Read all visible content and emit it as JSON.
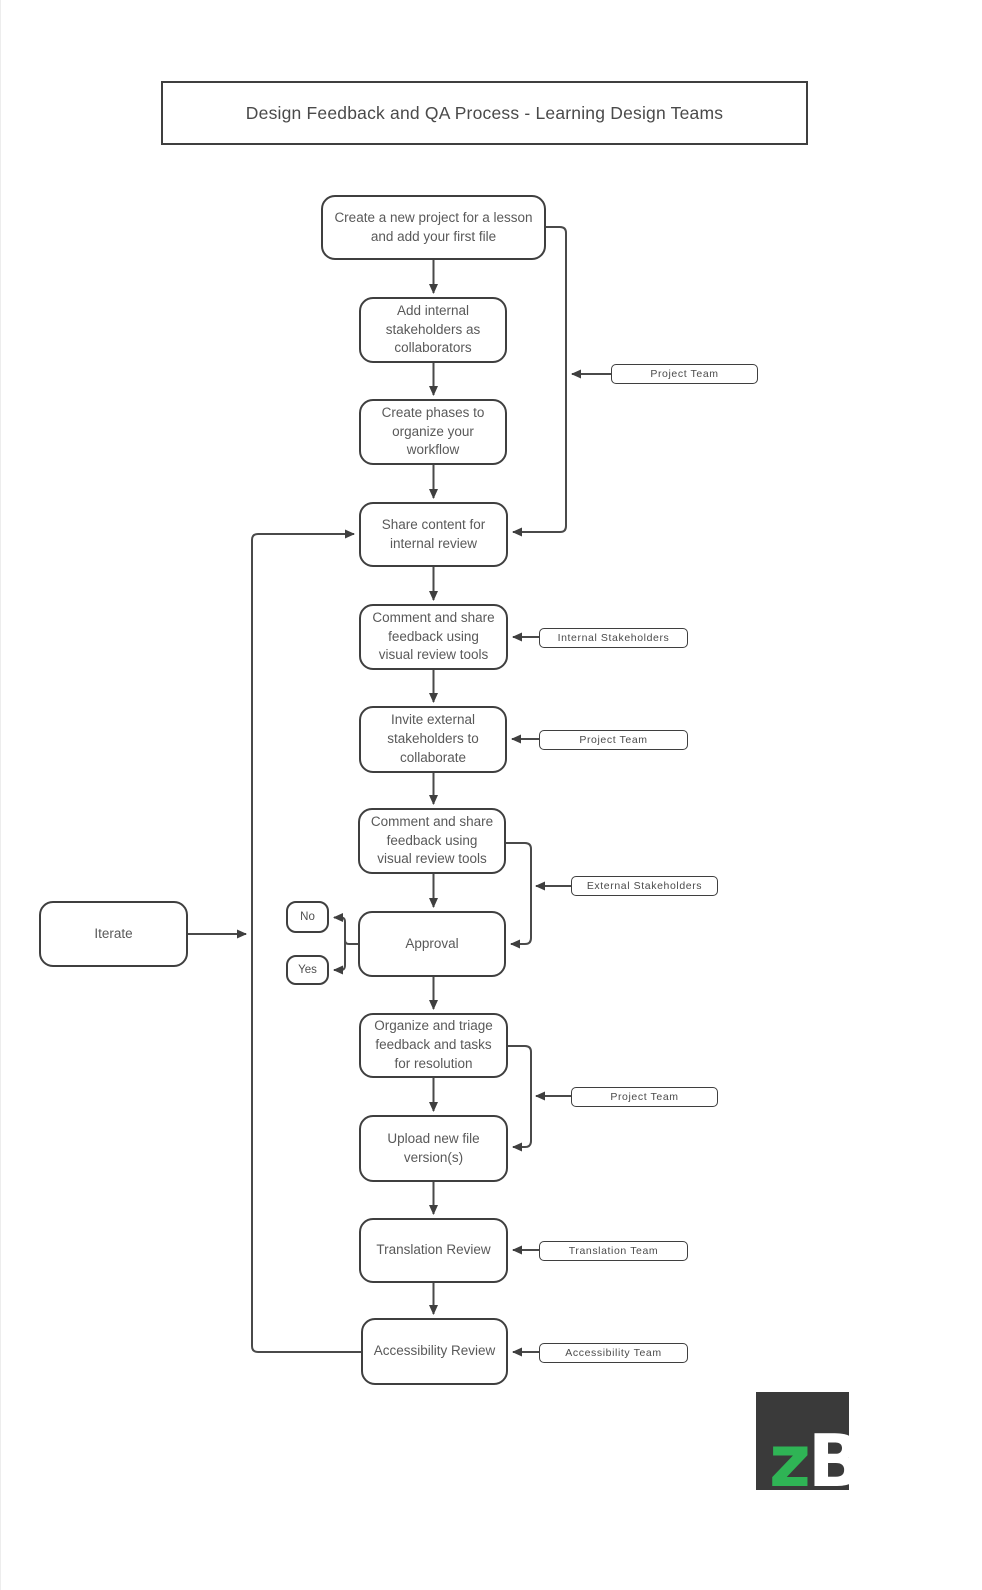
{
  "title": "Design Feedback and QA Process - Learning Design Teams",
  "nodes": {
    "create_project": "Create a new project for a lesson and add your first file",
    "add_internal": "Add internal stakeholders as collaborators",
    "create_phases": "Create phases to organize your workflow",
    "share_content": "Share content for internal review",
    "comment_internal": "Comment and share feedback using visual review tools",
    "invite_external": "Invite external stakeholders to collaborate",
    "comment_external": "Comment and share feedback using visual review tools",
    "approval": "Approval",
    "no": "No",
    "yes": "Yes",
    "iterate": "Iterate",
    "organize_triage": "Organize and triage feedback and tasks for resolution",
    "upload_versions": "Upload new file version(s)",
    "translation_review": "Translation Review",
    "accessibility_review": "Accessibility Review"
  },
  "role_labels": {
    "project_team_top": "Project Team",
    "internal_stakeholders": "Internal Stakeholders",
    "project_team_mid": "Project Team",
    "external_stakeholders": "External Stakeholders",
    "project_team_lower": "Project Team",
    "translation_team": "Translation Team",
    "accessibility_team": "Accessibility Team"
  },
  "logo": {
    "letter_z": "z",
    "letter_b": "B"
  },
  "colors": {
    "node_border": "#3f3f3f",
    "connector": "#4a4a4a",
    "node_text": "#595959",
    "background": "#ffffff",
    "logo_background": "#3a3a3a",
    "logo_green": "#2fb455",
    "logo_white": "#ffffff"
  }
}
